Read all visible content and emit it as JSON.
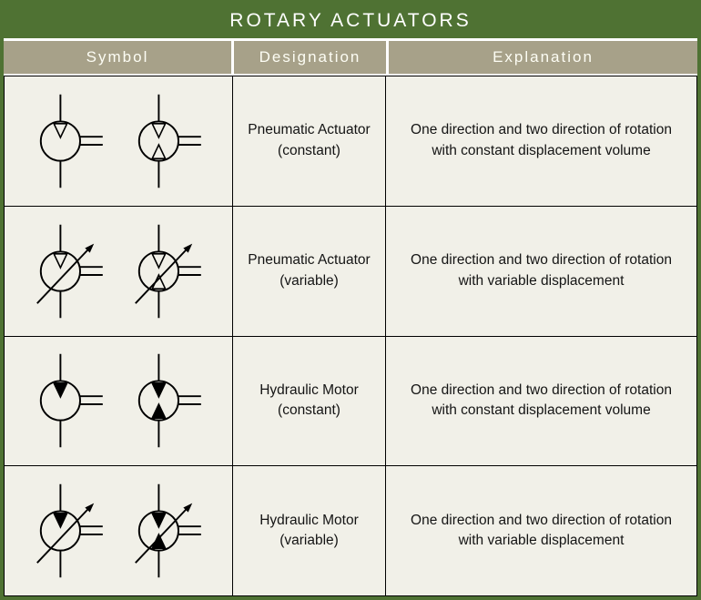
{
  "title": "ROTARY ACTUATORS",
  "columns": [
    "Symbol",
    "Designation",
    "Explanation"
  ],
  "colors": {
    "frame_green": "#4f7233",
    "header_olive": "#a7a189",
    "body_cream": "#f1f0e8",
    "grid_lines": "#000000",
    "title_text": "#ffffff",
    "header_text": "#fdfdf4"
  },
  "rows": [
    {
      "designation": [
        "Pneumatic Actuator",
        "(constant)"
      ],
      "explanation": [
        "One direction and two direction of rotation",
        "with constant displacement volume"
      ],
      "symbols": [
        "pneumatic-one-direction-constant",
        "pneumatic-two-direction-constant"
      ]
    },
    {
      "designation": [
        "Pneumatic Actuator",
        "(variable)"
      ],
      "explanation": [
        "One direction and two direction of rotation",
        "with variable displacement"
      ],
      "symbols": [
        "pneumatic-one-direction-variable",
        "pneumatic-two-direction-variable"
      ]
    },
    {
      "designation": [
        "Hydraulic Motor",
        "(constant)"
      ],
      "explanation": [
        "One direction and two direction of rotation",
        "with constant displacement volume"
      ],
      "symbols": [
        "hydraulic-one-direction-constant",
        "hydraulic-two-direction-constant"
      ]
    },
    {
      "designation": [
        "Hydraulic Motor",
        "(variable)"
      ],
      "explanation": [
        "One direction and two direction of rotation",
        "with variable displacement"
      ],
      "symbols": [
        "hydraulic-one-direction-variable",
        "hydraulic-two-direction-variable"
      ]
    }
  ]
}
